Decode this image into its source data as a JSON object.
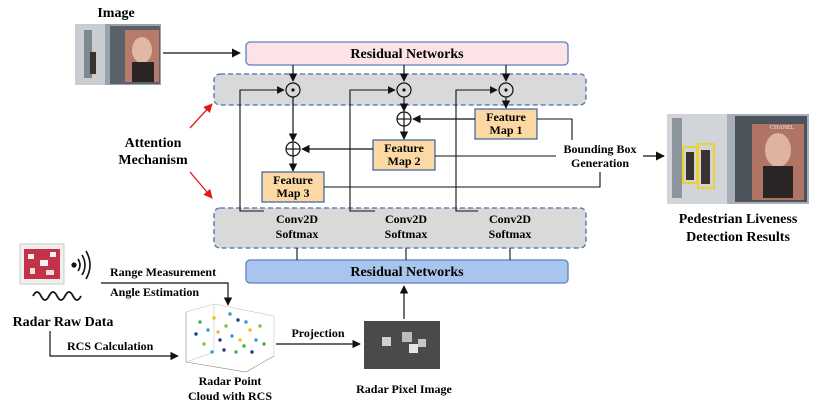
{
  "labels": {
    "image": "Image",
    "residual_top": "Residual Networks",
    "residual_bottom": "Residual Networks",
    "attention": [
      "Attention",
      "Mechanism"
    ],
    "feature_map_1": [
      "Feature",
      "Map 1"
    ],
    "feature_map_2": [
      "Feature",
      "Map 2"
    ],
    "feature_map_3": [
      "Feature",
      "Map 3"
    ],
    "conv": [
      "Conv2D",
      "Softmax"
    ],
    "bbox": [
      "Bounding Box",
      "Generation"
    ],
    "results": [
      "Pedestrian Liveness",
      "Detection Results"
    ],
    "range": "Range Measurement",
    "angle": "Angle Estimation",
    "radar_raw": "Radar Raw Data",
    "rcs": "RCS Calculation",
    "projection": "Projection",
    "point_cloud": [
      "Radar Point",
      "Cloud with RCS"
    ],
    "pixel_image": "Radar Pixel Image",
    "dot_op": "⊙",
    "add_op": "⊕"
  },
  "colors": {
    "residual_top_fill": "#fbe3e6",
    "residual_bottom_fill": "#a9c5ee",
    "residual_border": "#5b7fc0",
    "dashed_band_fill": "#d9d9d9",
    "dashed_band_border": "#4a6fb5",
    "feature_fill": "#fcd9a4",
    "feature_border": "#3b5f9c",
    "attention_arrow": "#e01818"
  },
  "icons": {
    "street_photo": "street-photo-thumbnail",
    "detection_photo": "detection-result-photo",
    "radar_board": "radar-board-icon",
    "signal_waves": "radar-signal-icon",
    "waveform": "waveform-icon",
    "scatter": "point-cloud-plot",
    "pixel": "radar-pixel-image"
  }
}
